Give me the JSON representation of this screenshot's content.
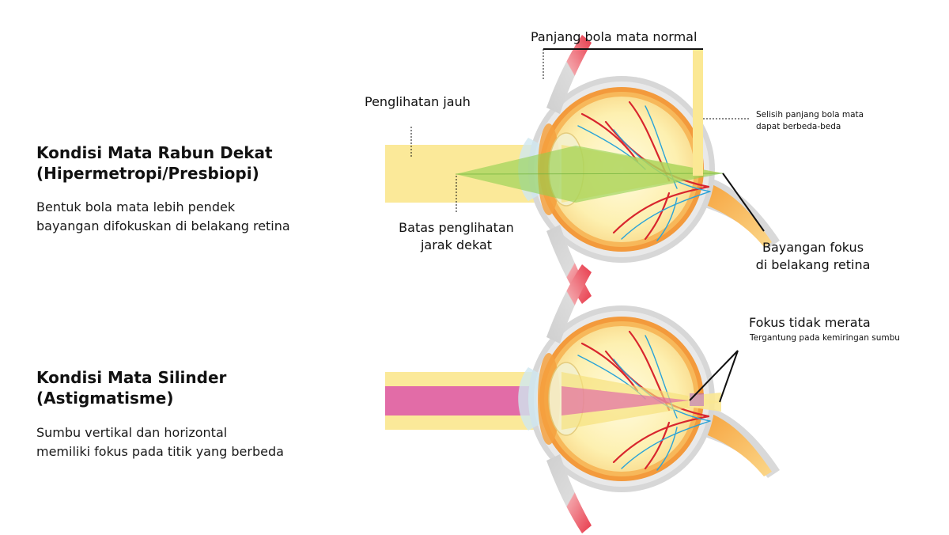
{
  "section_far": {
    "title_line1": "Kondisi Mata Rabun Dekat",
    "title_line2": "(Hipermetropi/Presbiopi)",
    "desc_line1": "Bentuk bola mata lebih pendek",
    "desc_line2": "bayangan difokuskan di belakang retina"
  },
  "section_cyl": {
    "title_line1": "Kondisi Mata Silinder",
    "title_line2": "(Astigmatisme)",
    "desc_line1": "Sumbu vertikal dan horizontal",
    "desc_line2": "memiliki fokus pada titik yang berbeda"
  },
  "labels": {
    "normal_length": "Panjang bola mata normal",
    "far_vision": "Penglihatan jauh",
    "difference_line1": "Selisih panjang bola mata",
    "difference_line2": "dapat berbeda-beda",
    "near_limit_line1": "Batas penglihatan",
    "near_limit_line2": "jarak dekat",
    "focus_behind_line1": "Bayangan fokus",
    "focus_behind_line2": "di belakang retina",
    "uneven_focus": "Fokus tidak merata",
    "depends_on_axis": "Tergantung pada kemiringan sumbu"
  },
  "colors": {
    "light_beam": "#fbe894",
    "near_beam": "#8fd14f",
    "astig_beam": "#e065a8",
    "muscle": "#e8394a",
    "eye_outer": "#f39a3c",
    "eye_inner": "#fdf2b8",
    "vessel_red": "#d8262e",
    "vessel_blue": "#2aa3d8"
  }
}
